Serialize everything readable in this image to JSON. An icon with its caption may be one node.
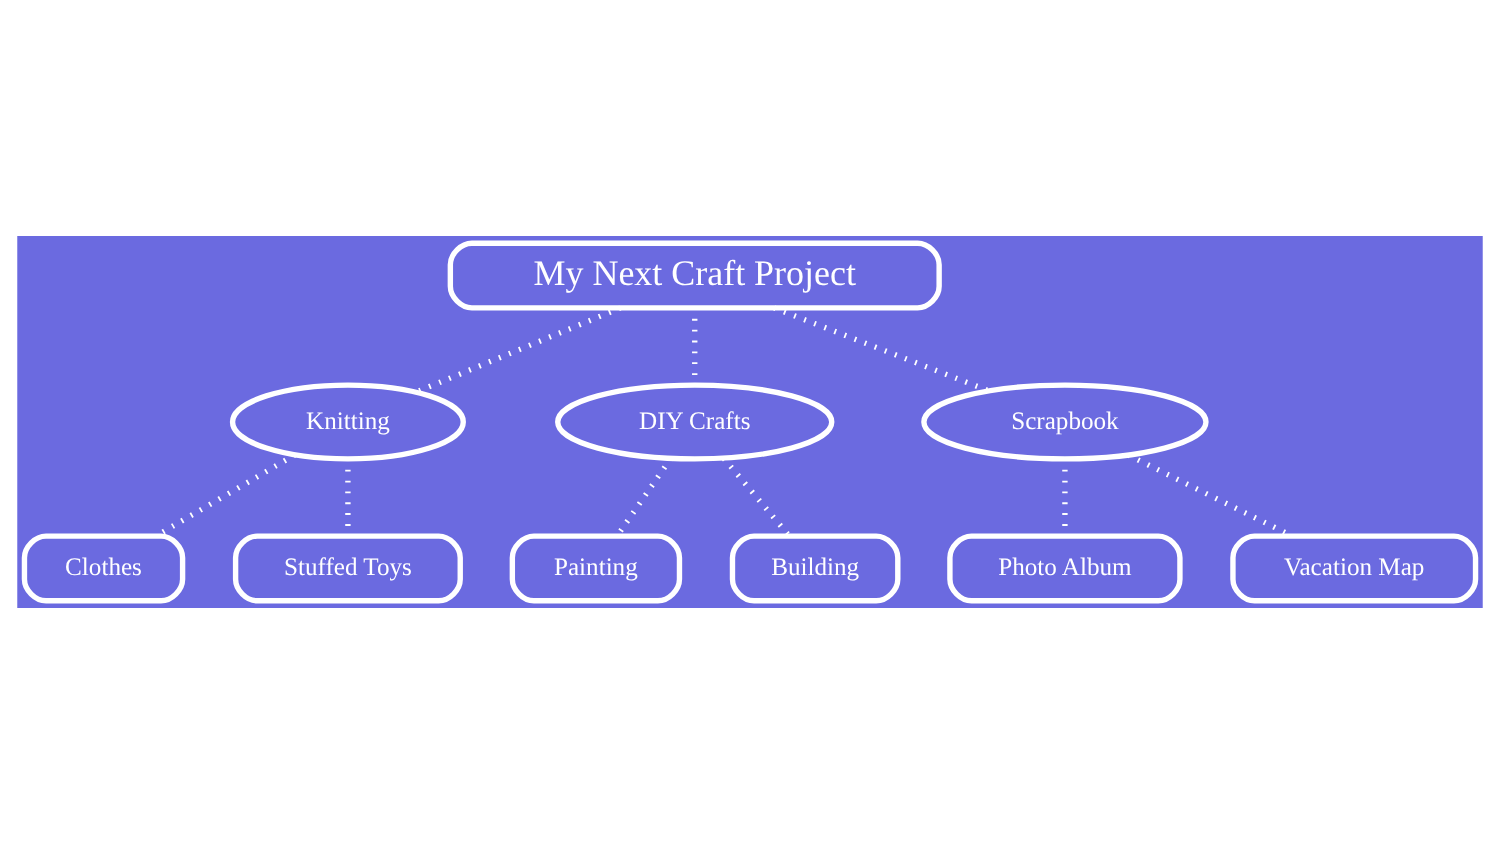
{
  "diagram": {
    "nodes": [
      {
        "text": [
          "My Next Craft Project"
        ]
      },
      {
        "text": [
          "Knitting"
        ]
      },
      {
        "text": [
          "Clothes"
        ]
      },
      {
        "text": [
          "Stuffed Toys"
        ]
      },
      {
        "text": [
          "DIY Crafts"
        ]
      },
      {
        "text": [
          "Scrapbook"
        ]
      },
      {
        "text": [
          "Photo Album"
        ]
      },
      {
        "text": [
          "Painting"
        ]
      },
      {
        "text": [
          "Building"
        ]
      },
      {
        "text": [
          "Vacation Map"
        ]
      }
    ],
    "edges": [
      {
        "from": 0,
        "to": 1,
        "arrow": "none"
      },
      {
        "from": 1,
        "to": 2,
        "arrow": "none"
      },
      {
        "from": 1,
        "to": 3,
        "arrow": "none"
      },
      {
        "from": 0,
        "to": 4,
        "arrow": "none"
      },
      {
        "from": 0,
        "to": 5,
        "arrow": "none"
      },
      {
        "from": 5,
        "to": 6,
        "arrow": "none"
      },
      {
        "from": 4,
        "to": 7,
        "arrow": "none"
      },
      {
        "from": 4,
        "to": 8,
        "arrow": "none"
      },
      {
        "from": 5,
        "to": 9,
        "arrow": "none"
      }
    ]
  }
}
